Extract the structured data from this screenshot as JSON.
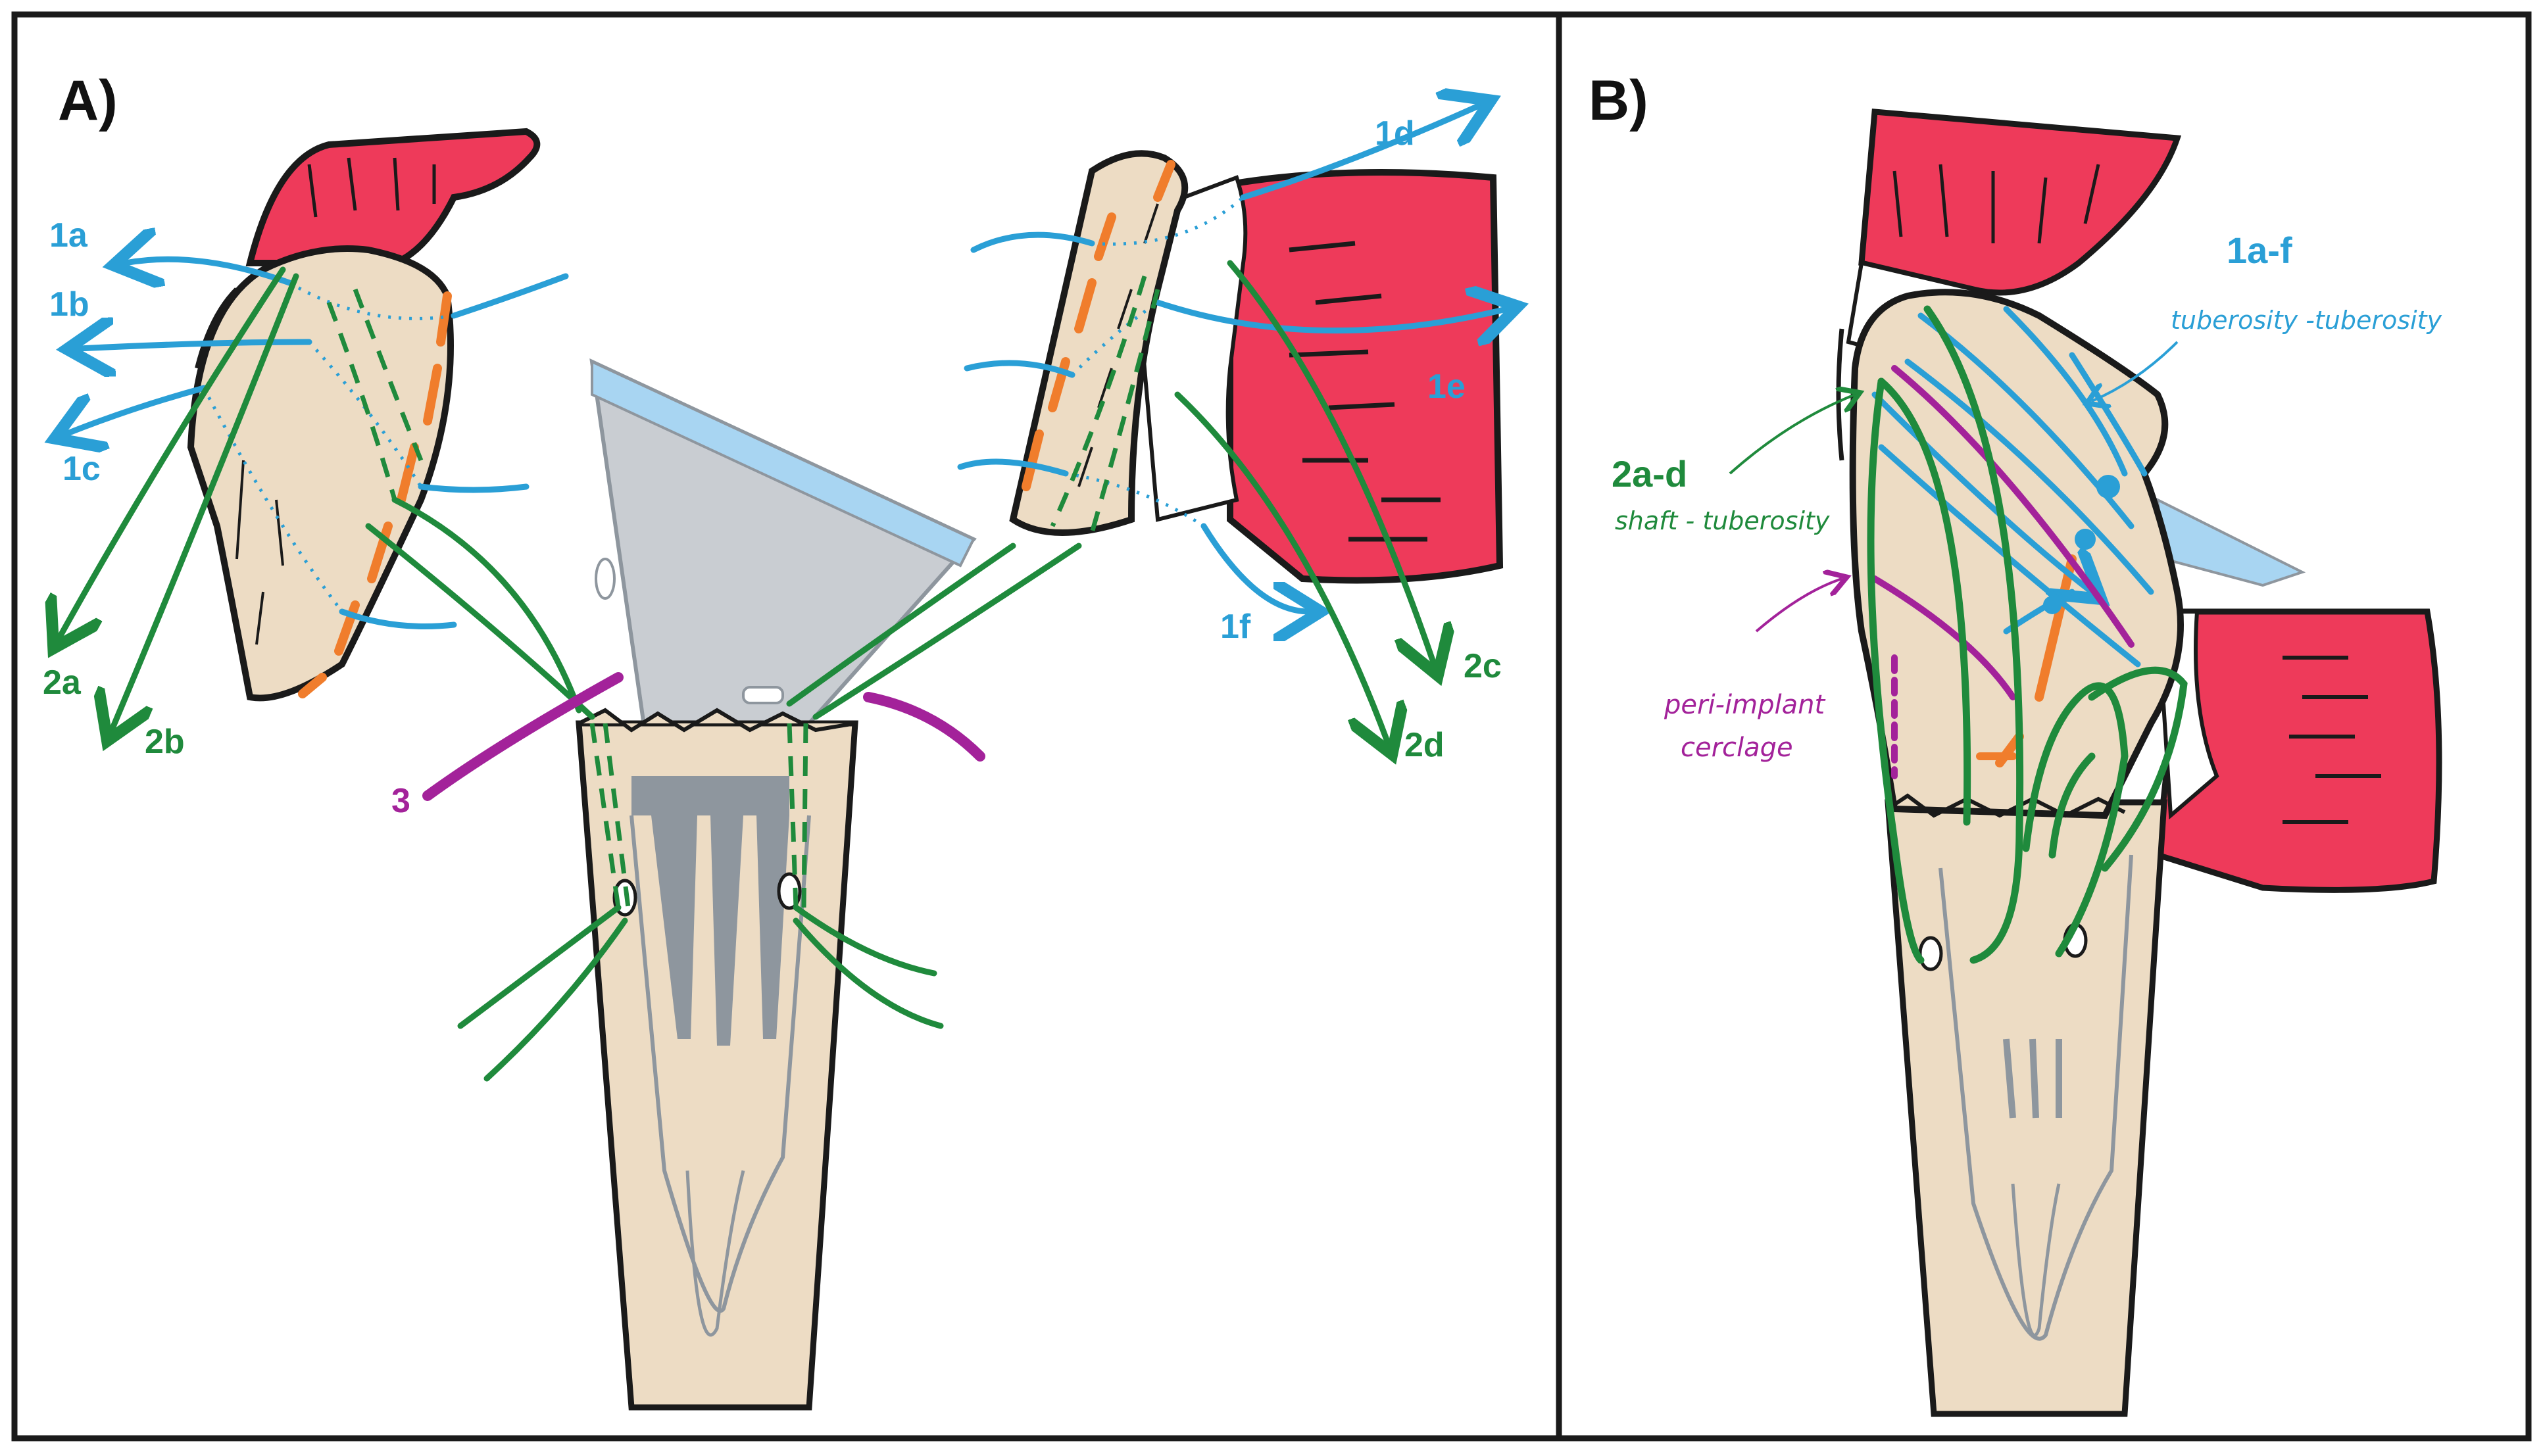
{
  "colors": {
    "bone": "#eddcc4",
    "bone_edge": "#1a1a1a",
    "muscle": "#ee3a5a",
    "blue_suture": "#2a9fd6",
    "green_suture": "#1f8a3c",
    "purple_suture": "#a3229a",
    "orange_marks": "#f07d2c",
    "implant_gray": "#c9cdd2",
    "implant_blue": "#a8d5f2",
    "implant_dark": "#8e969e",
    "frame": "#1a1a1a"
  },
  "panel_a": {
    "label": "A)",
    "sutures": {
      "s1a": "1a",
      "s1b": "1b",
      "s1c": "1c",
      "s1d": "1d",
      "s1e": "1e",
      "s1f": "1f",
      "s2a": "2a",
      "s2b": "2b",
      "s2c": "2c",
      "s2d": "2d",
      "s3": "3"
    }
  },
  "panel_b": {
    "label": "B)",
    "label_1af": "1a-f",
    "sub_1af": "tuberosity -tuberosity",
    "label_2ad": "2a-d",
    "sub_2ad": "shaft - tuberosity",
    "peri_line1": "peri-implant",
    "peri_line2": "cerclage"
  }
}
